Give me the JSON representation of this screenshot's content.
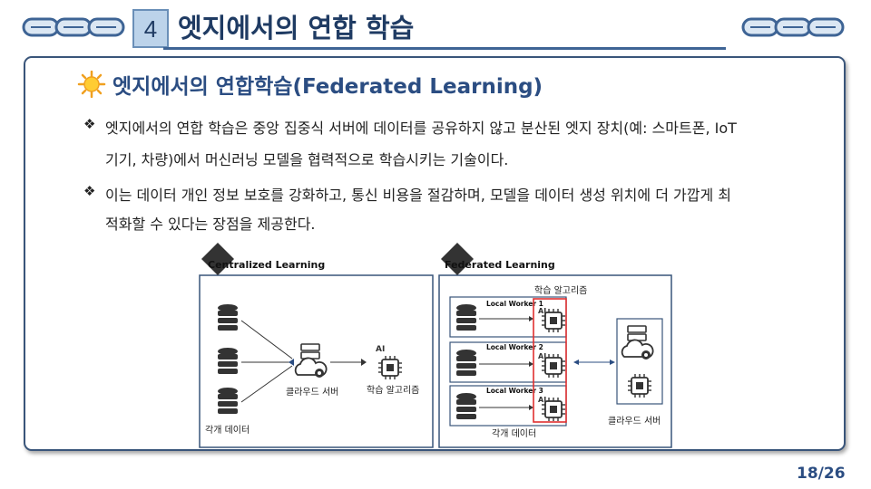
{
  "header": {
    "section_number": "4",
    "section_title": "엣지에서의 연합 학습",
    "chain_icons": "chain-link-icon"
  },
  "content": {
    "heading": "엣지에서의 연합학습(Federated Learning)",
    "heading_icon": "sun-icon",
    "bullets": [
      {
        "lines": [
          "엣지에서의 연합 학습은 중앙 집중식 서버에 데이터를 공유하지 않고 분산된 엣지 장치(예: 스마트폰, IoT",
          "기기, 차량)에서 머신러닝 모델을 협력적으로 학습시키는 기술이다."
        ]
      },
      {
        "lines": [
          "이는 데이터 개인 정보 보호를 강화하고, 통신 비용을 절감하며, 모델을 데이터 생성 위치에 더 가깝게 최",
          "적화할 수 있다는 장점을 제공한다."
        ]
      }
    ],
    "bullet_mark": "❖"
  },
  "diagram": {
    "centralized": {
      "title": "Centralized Learning",
      "cloud_label": "클라우드 서버",
      "algo_label": "학습 알고리즘",
      "data_label": "각개 데이터"
    },
    "federated": {
      "title": "Federated Learning",
      "algo_label": "학습 알고리즘",
      "workers": [
        "Local Worker 1",
        "Local Worker 2",
        "Local Worker 3"
      ],
      "data_label": "각개 데이터",
      "cloud_label": "클라우드 서버"
    },
    "colors": {
      "frame": "#39557a",
      "highlight": "#e03030",
      "icon": "#333333"
    }
  },
  "footer": {
    "page": "18/26"
  }
}
